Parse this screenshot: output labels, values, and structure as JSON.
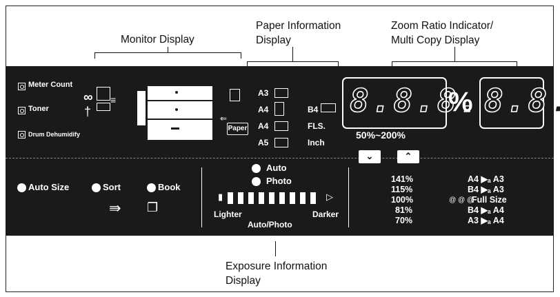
{
  "callouts": {
    "monitor": "Monitor Display",
    "paper_info_line1": "Paper Information",
    "paper_info_line2": "Display",
    "zoom_line1": "Zoom Ratio Indicator/",
    "zoom_line2": "Multi Copy Display",
    "exposure_line1": "Exposure Information",
    "exposure_line2": "Display"
  },
  "indicators": {
    "meter_count": "Meter Count",
    "toner": "Toner",
    "drum_dehumidify": "Drum Dehumidify"
  },
  "paper": {
    "paper_button": "Paper",
    "left_sizes": [
      "A3",
      "A4",
      "A4",
      "A5"
    ],
    "right_sizes": [
      "B4",
      "FLS.",
      "Inch"
    ]
  },
  "zoom": {
    "digits": "8.8.8.",
    "percent": "%",
    "copies": "8.8.",
    "range": "50%~200%",
    "down_icon": "chevron-down-icon",
    "up_icon": "chevron-up-icon"
  },
  "modes": {
    "auto_size": "Auto Size",
    "sort": "Sort",
    "book": "Book"
  },
  "exposure": {
    "auto": "Auto",
    "photo": "Photo",
    "lighter": "Lighter",
    "darker": "Darker",
    "auto_photo": "Auto/Photo",
    "level_count": 9
  },
  "ratios": {
    "percents": [
      "141%",
      "115%",
      "100%",
      "81%",
      "70%"
    ],
    "conversions": [
      "A4 ▶ₐ A3",
      "B4 ▶ₐ A3",
      "Full  Size",
      "B4 ▶ₐ A4",
      "A3 ▶ₐ A4"
    ]
  }
}
